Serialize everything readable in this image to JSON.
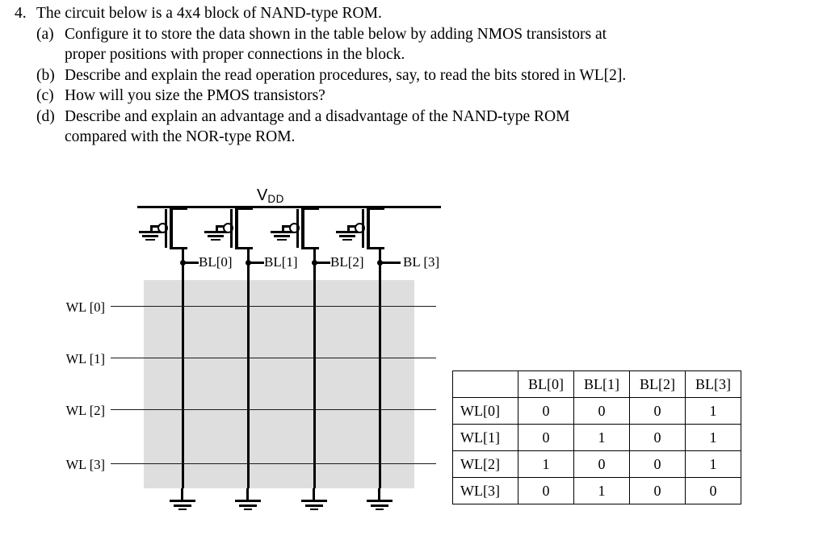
{
  "question": {
    "number": "4.",
    "stem": "The circuit below is a 4x4 block of NAND-type ROM.",
    "parts": [
      {
        "marker": "(a)",
        "line1": "Configure it to store the data shown in the table below by adding NMOS transistors at",
        "line2": "proper positions with proper connections in the block."
      },
      {
        "marker": "(b)",
        "line1": "Describe and explain the read operation procedures, say, to read the bits stored in WL[2].",
        "line2": ""
      },
      {
        "marker": "(c)",
        "line1": "How will you size the PMOS transistors?",
        "line2": ""
      },
      {
        "marker": "(d)",
        "line1": "Describe and explain an advantage and a disadvantage of the NAND-type ROM",
        "line2": "compared with the NOR-type ROM."
      }
    ]
  },
  "circuit": {
    "supply_label": "V",
    "supply_subscript": "DD",
    "bitline_labels": [
      "BL[0]",
      "BL[1]",
      "BL[2]",
      "BL [3]"
    ],
    "wordline_labels": [
      "WL [0]",
      "WL [1]",
      "WL [2]",
      "WL [3]"
    ],
    "array_fill": "#dedede",
    "wire_color": "#000000",
    "pmos_count": 4,
    "ground_count": 4
  },
  "chart_data": {
    "type": "table",
    "title": "NAND-type ROM stored data",
    "corner": "",
    "columns": [
      "BL[0]",
      "BL[1]",
      "BL[2]",
      "BL[3]"
    ],
    "rows": [
      "WL[0]",
      "WL[1]",
      "WL[2]",
      "WL[3]"
    ],
    "values": [
      [
        "0",
        "0",
        "0",
        "1"
      ],
      [
        "0",
        "1",
        "0",
        "1"
      ],
      [
        "1",
        "0",
        "0",
        "1"
      ],
      [
        "0",
        "1",
        "0",
        "0"
      ]
    ]
  }
}
